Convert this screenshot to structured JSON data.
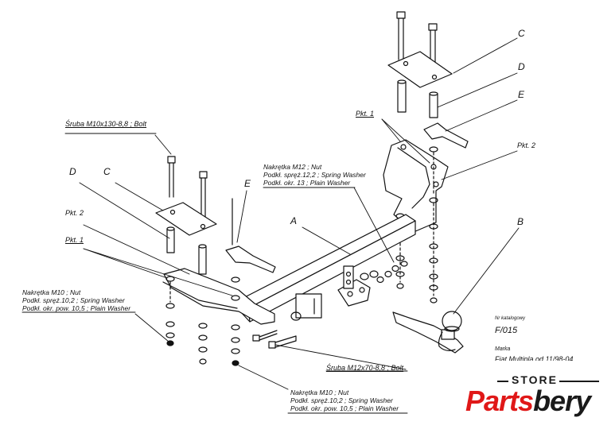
{
  "labels": {
    "c_right": "C",
    "d_right": "D",
    "e_right": "E",
    "pkt1_right": "Pkt. 1",
    "pkt2_right": "Pkt. 2",
    "b": "B",
    "a": "A",
    "bolt_top_left": "Śruba M10x130-8,8 ; Bolt",
    "d_left": "D",
    "c_left": "C",
    "e_left": "E",
    "pkt2_left": "Pkt. 2",
    "pkt1_left": "Pkt. 1",
    "nut_m12": [
      "Nakrętka M12 ; Nut",
      "Podkł. spręż.12,2 ; Spring Washer",
      "Podkł. okr. 13 ; Plain Washer"
    ],
    "nut_m10_left": [
      "Nakrętka M10 ; Nut",
      "Podkł. spręż.10,2 ; Spring Washer",
      "Podkł. okr. pow. 10,5 ; Plain Washer"
    ],
    "bolt_m12": "Śruba M12x70-8,8 ; Bolt",
    "nut_m10_bottom": [
      "Nakrętka M10 ; Nut",
      "Podkł. spręż.10,2 ; Spring Washer",
      "Podkł. okr. pow. 10,5 ; Plain Washer"
    ]
  },
  "info": {
    "catalog_label": "Nr katalogowy",
    "catalog_number": "F/015",
    "brand_label": "Marka",
    "brand_value": "Fiat  Multipla     od 11/98-04"
  },
  "logo": {
    "store": "STORE",
    "parts": "Parts",
    "bery": "bery"
  }
}
